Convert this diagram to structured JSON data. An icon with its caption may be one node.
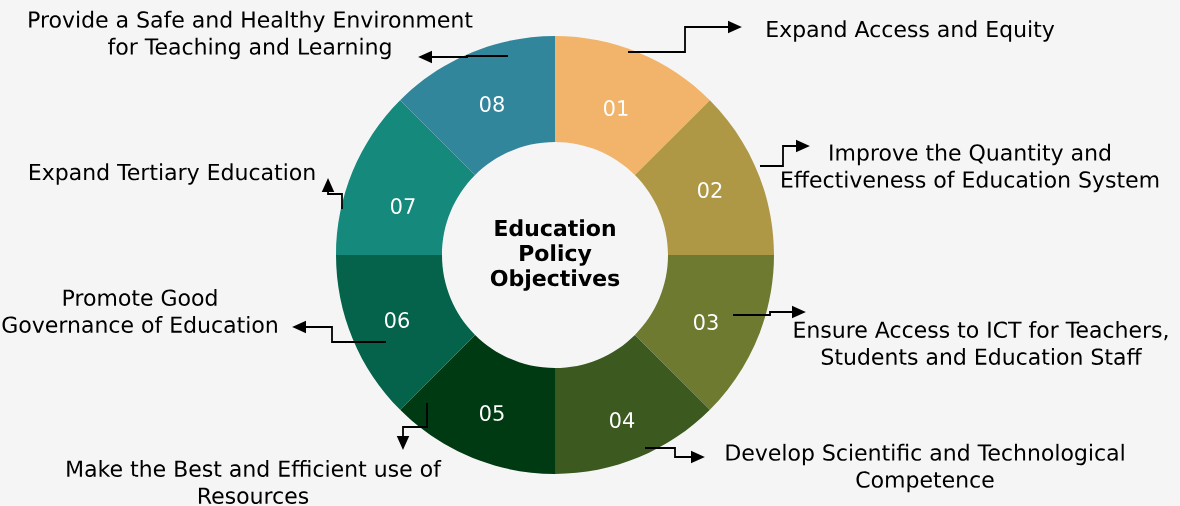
{
  "diagram": {
    "nodes": [
      {
        "text": [
          "Education Policy Objectives"
        ]
      },
      {
        "text": [
          "01"
        ]
      },
      {
        "text": [
          "02"
        ]
      },
      {
        "text": [
          "03"
        ]
      },
      {
        "text": [
          "04"
        ]
      },
      {
        "text": [
          "05"
        ]
      },
      {
        "text": [
          "06"
        ]
      },
      {
        "text": [
          "07"
        ]
      },
      {
        "text": [
          "08"
        ]
      },
      {
        "text": [
          "Expand Access and Equity"
        ]
      },
      {
        "text": [
          "Improve the Quantity and Effectiveness of Education System"
        ]
      },
      {
        "text": [
          "Ensure Access to ICT for Teachers, Students and Education Staff"
        ]
      },
      {
        "text": [
          "Develop Scientific and Technological Competence"
        ]
      },
      {
        "text": [
          "Make the Best and Efficient use of Resources"
        ]
      },
      {
        "text": [
          "Promote Good Governance of Education"
        ]
      },
      {
        "text": [
          "Expand Tertiary Education"
        ]
      },
      {
        "text": [
          "Provide a Safe and Healthy Environment for Teaching and Learning"
        ]
      }
    ],
    "edges": [
      {
        "from": 1,
        "to": 9,
        "arrow": "to"
      },
      {
        "from": 2,
        "to": 10,
        "arrow": "to"
      },
      {
        "from": 3,
        "to": 11,
        "arrow": "to"
      },
      {
        "from": 4,
        "to": 12,
        "arrow": "to"
      },
      {
        "from": 5,
        "to": 13,
        "arrow": "to"
      },
      {
        "from": 6,
        "to": 14,
        "arrow": "to"
      },
      {
        "from": 7,
        "to": 15,
        "arrow": "to"
      },
      {
        "from": 8,
        "to": 16,
        "arrow": "to"
      }
    ]
  }
}
